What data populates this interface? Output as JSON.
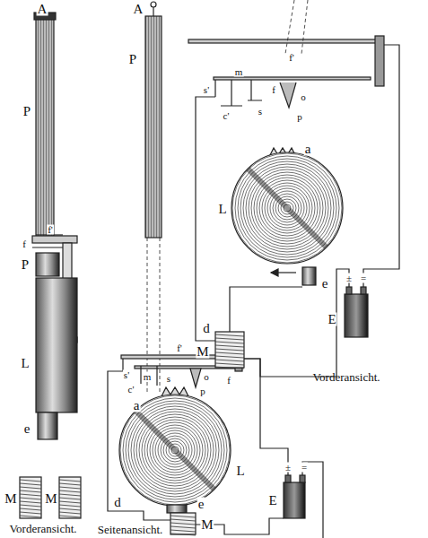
{
  "diagram": {
    "labels": [
      "A",
      "P",
      "f'",
      "f",
      "P",
      "L",
      "e",
      "M",
      "M",
      "Vorderansicht.",
      "A",
      "P",
      "f'",
      "s'",
      "m",
      "s",
      "c'",
      "o",
      "p",
      "f",
      "a",
      "L",
      "d",
      "e",
      "E",
      "±",
      "=",
      "M",
      "Seitenansicht.",
      "f'",
      "s'",
      "m",
      "f",
      "c'",
      "s",
      "o",
      "p",
      "a",
      "L",
      "e",
      "d",
      "M",
      "E",
      "±",
      "=",
      "Vorderansicht."
    ]
  }
}
